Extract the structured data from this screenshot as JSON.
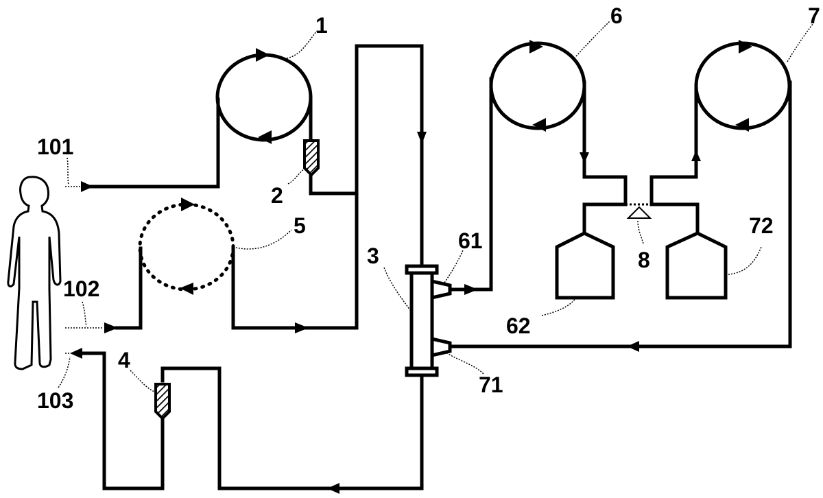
{
  "labels": {
    "pump1": "1",
    "injector2": "2",
    "filter3": "3",
    "injector4": "4",
    "pump5": "5",
    "pump6": "6",
    "pump7": "7",
    "valve8": "8",
    "inlet61": "61",
    "tank62": "62",
    "inlet71": "71",
    "tank72": "72",
    "line101": "101",
    "line102": "102",
    "line103": "103"
  }
}
